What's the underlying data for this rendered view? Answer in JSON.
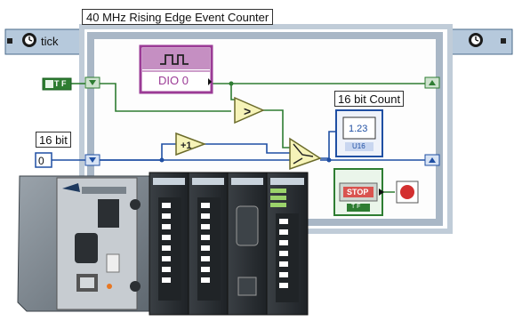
{
  "loop": {
    "title": "40 MHz Rising Edge Event Counter"
  },
  "timed_loop": {
    "left_label": "tick",
    "clock_glyph": "clock-icon"
  },
  "dio": {
    "channel": "DIO 0",
    "glyph": "digital-waveform-icon"
  },
  "constant_true": {
    "text": "T F"
  },
  "count_width": {
    "label": "16 bit",
    "value": "0"
  },
  "count_indicator": {
    "label": "16 bit Count",
    "value": "1.23",
    "type_tag": "U16"
  },
  "stop": {
    "label": "STOP",
    "tf": "T F"
  },
  "colors": {
    "loop_frame": "#a9b7c6",
    "wire_bool": "#2e7d32",
    "wire_num": "#1f4fa3",
    "fpga_io": "#9b3b96",
    "stop_button": "#d32f2f"
  }
}
